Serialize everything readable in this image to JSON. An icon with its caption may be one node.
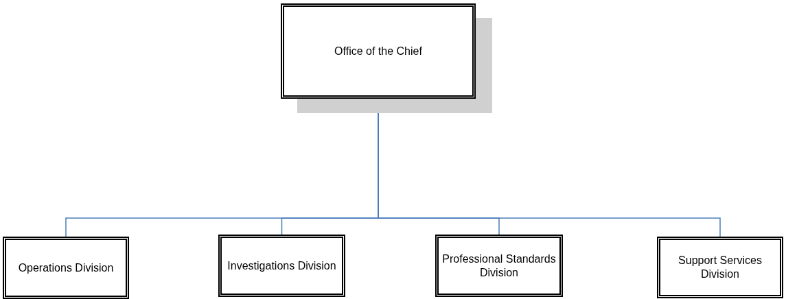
{
  "diagram": {
    "nodes": [
      {
        "text": [
          "Office of the Chief"
        ]
      },
      {
        "text": [
          "Operations Division"
        ]
      },
      {
        "text": [
          "Investigations Division"
        ]
      },
      {
        "text": [
          "Professional Standards Division"
        ]
      },
      {
        "text": [
          "Support Services Division"
        ]
      }
    ],
    "edges": [
      {
        "from": 0,
        "to": 1,
        "arrow": "none"
      },
      {
        "from": 0,
        "to": 2,
        "arrow": "none"
      },
      {
        "from": 0,
        "to": 3,
        "arrow": "none"
      },
      {
        "from": 0,
        "to": 4,
        "arrow": "none"
      }
    ]
  }
}
